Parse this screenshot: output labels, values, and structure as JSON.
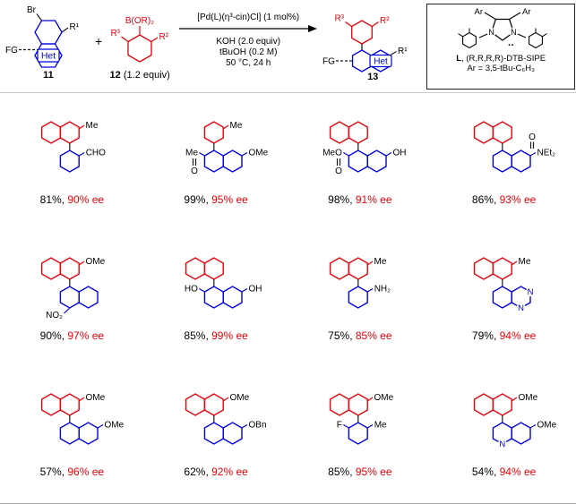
{
  "colors": {
    "red": "#e8000b",
    "blue": "#0000e0",
    "bond": "#1a1a1a"
  },
  "scheme": {
    "substrate11": {
      "br": "Br",
      "r1": "R¹",
      "fg": "FG",
      "het": "Het",
      "num": "11"
    },
    "boronate12": {
      "b": "B(OR)₂",
      "r3": "R³",
      "r2": "R²",
      "num": "12",
      "equiv": " (1.2 equiv)"
    },
    "conditions": {
      "line1": "[Pd(L)(η³-cin)Cl] (1 mol%)",
      "line2": "KOH (2.0 equiv)",
      "line3": "tBuOH (0.2 M)",
      "line4": "50 °C, 24 h"
    },
    "product13": {
      "r3": "R³",
      "r2": "R²",
      "r1": "R¹",
      "fg": "FG",
      "het": "Het",
      "num": "13"
    },
    "ligand": {
      "ar_left": "Ar",
      "ar_right": "Ar",
      "n": "N",
      "dots": "··",
      "caption_bold": "L",
      "caption_rest": ", (R,R,R,R)-DTB-SIPE",
      "caption2": "Ar = 3,5-tBu-C₆H₃"
    }
  },
  "products": [
    {
      "top": {
        "ring": "naph",
        "subs": [
          {
            "t": "Me",
            "p": "r"
          }
        ]
      },
      "bottom": {
        "ring": "benz",
        "subs": [
          {
            "t": "CHO",
            "p": "r"
          }
        ]
      },
      "yield": "81%,",
      "ee": "90% ee"
    },
    {
      "top": {
        "ring": "benz",
        "subs": [
          {
            "t": "Me",
            "p": "r"
          }
        ]
      },
      "bottom": {
        "ring": "naph",
        "subs": [
          {
            "t": "OMe",
            "p": "r"
          },
          {
            "t": "Me",
            "p": "l"
          },
          {
            "t": "O",
            "p": "lo"
          }
        ]
      },
      "yield": "99%,",
      "ee": "95% ee"
    },
    {
      "top": {
        "ring": "naph",
        "subs": []
      },
      "bottom": {
        "ring": "naph",
        "subs": [
          {
            "t": "OH",
            "p": "r"
          },
          {
            "t": "MeO",
            "p": "l"
          },
          {
            "t": "O",
            "p": "lo"
          }
        ]
      },
      "yield": "98%,",
      "ee": "91% ee"
    },
    {
      "top": {
        "ring": "naph",
        "subs": []
      },
      "bottom": {
        "ring": "naph",
        "subs": [
          {
            "t": "NEt₂",
            "p": "r"
          },
          {
            "t": "O",
            "p": "ro"
          }
        ]
      },
      "yield": "86%,",
      "ee": "93% ee"
    },
    {
      "top": {
        "ring": "naph",
        "subs": [
          {
            "t": "OMe",
            "p": "r"
          }
        ]
      },
      "bottom": {
        "ring": "naph",
        "subs": [
          {
            "t": "NO₂",
            "p": "bl"
          }
        ]
      },
      "yield": "90%,",
      "ee": "97% ee"
    },
    {
      "top": {
        "ring": "naph",
        "subs": []
      },
      "bottom": {
        "ring": "naph",
        "subs": [
          {
            "t": "HO",
            "p": "l"
          },
          {
            "t": "OH",
            "p": "r"
          }
        ]
      },
      "yield": "85%,",
      "ee": "99% ee"
    },
    {
      "top": {
        "ring": "naph",
        "subs": [
          {
            "t": "Me",
            "p": "r"
          }
        ]
      },
      "bottom": {
        "ring": "benz",
        "subs": [
          {
            "t": "NH₂",
            "p": "r"
          }
        ]
      },
      "yield": "75%,",
      "ee": "85% ee"
    },
    {
      "top": {
        "ring": "naph",
        "subs": [
          {
            "t": "Me",
            "p": "r"
          }
        ]
      },
      "bottom": {
        "ring": "quinazoline",
        "subs": []
      },
      "yield": "79%,",
      "ee": "94% ee"
    },
    {
      "top": {
        "ring": "naph",
        "subs": [
          {
            "t": "OMe",
            "p": "r"
          }
        ]
      },
      "bottom": {
        "ring": "naph",
        "subs": [
          {
            "t": "OMe",
            "p": "r"
          }
        ]
      },
      "yield": "57%,",
      "ee": "96% ee"
    },
    {
      "top": {
        "ring": "naph",
        "subs": [
          {
            "t": "OMe",
            "p": "r"
          }
        ]
      },
      "bottom": {
        "ring": "naph",
        "subs": [
          {
            "t": "OBn",
            "p": "r"
          }
        ]
      },
      "yield": "62%,",
      "ee": "92% ee"
    },
    {
      "top": {
        "ring": "naph",
        "subs": [
          {
            "t": "OMe",
            "p": "r"
          }
        ]
      },
      "bottom": {
        "ring": "benz",
        "subs": [
          {
            "t": "F",
            "p": "l"
          },
          {
            "t": "Me",
            "p": "r"
          }
        ]
      },
      "yield": "85%,",
      "ee": "95% ee"
    },
    {
      "top": {
        "ring": "naph",
        "subs": [
          {
            "t": "OMe",
            "p": "r"
          }
        ]
      },
      "bottom": {
        "ring": "quinoline",
        "subs": [
          {
            "t": "OMe",
            "p": "r"
          }
        ]
      },
      "yield": "54%,",
      "ee": "94% ee"
    }
  ]
}
